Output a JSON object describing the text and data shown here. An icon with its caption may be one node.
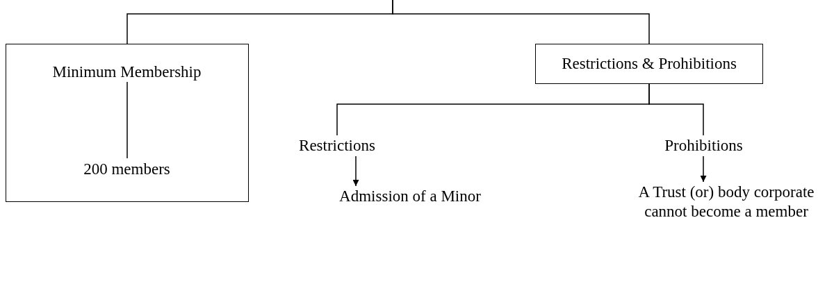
{
  "diagram": {
    "nodes": [
      {
        "text": [],
        "shape": "box"
      },
      {
        "text": [
          "Minimum Membership"
        ],
        "in": 0
      },
      {
        "text": [
          "200 members"
        ],
        "in": 0
      },
      {
        "text": [
          "Restrictions & Prohibitions"
        ]
      },
      {
        "text": [
          "Restrictions"
        ]
      },
      {
        "text": [
          "Prohibitions"
        ]
      },
      {
        "text": [
          "Admission of a Minor"
        ]
      },
      {
        "text": [
          "A Trust (or) body corporate cannot become a member"
        ]
      }
    ],
    "edges": [
      {
        "from": null,
        "to": 0,
        "arrow": "none"
      },
      {
        "from": null,
        "to": 3,
        "arrow": "none"
      },
      {
        "from": 1,
        "to": 2,
        "arrow": "none"
      },
      {
        "from": 3,
        "to": 4,
        "arrow": "none"
      },
      {
        "from": 3,
        "to": 5,
        "arrow": "none"
      },
      {
        "from": 4,
        "to": 6,
        "arrow": "to"
      },
      {
        "from": 5,
        "to": 7,
        "arrow": "to"
      }
    ]
  }
}
